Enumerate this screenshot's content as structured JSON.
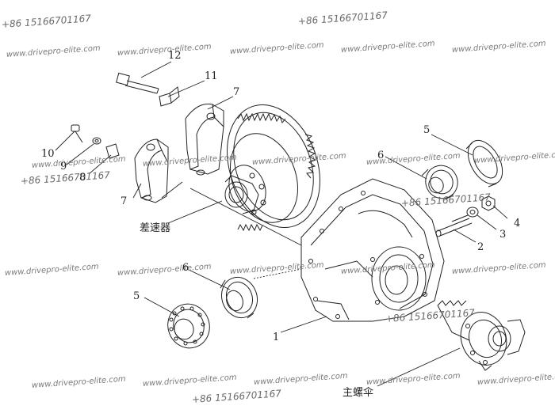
{
  "watermarks": {
    "phone": "+86 15166701167",
    "site": "www.drivepro-elite.com"
  },
  "callouts": {
    "n1": "1",
    "n2": "2",
    "n3": "3",
    "n4": "4",
    "n5_top": "5",
    "n5_bottom": "5",
    "n6_top": "6",
    "n6_bottom": "6",
    "n7_top": "7",
    "n7_left": "7",
    "n8": "8",
    "n9": "9",
    "n10": "10",
    "n11": "11",
    "n12": "12"
  },
  "labels": {
    "differential": "差速器",
    "main_bevel_gear": "主螺伞"
  },
  "colors": {
    "line": "#222222",
    "watermark": "#7a7a7a"
  }
}
